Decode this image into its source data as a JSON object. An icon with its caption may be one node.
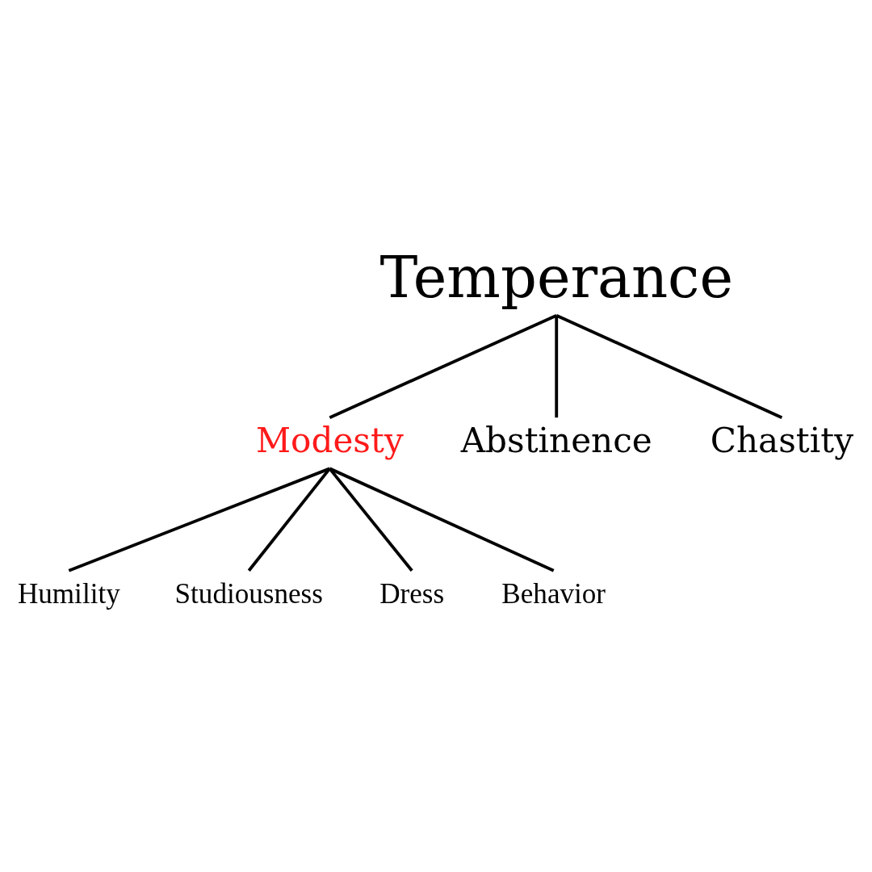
{
  "diagram": {
    "nodes": [
      {
        "text": [
          "Temperance"
        ]
      },
      {
        "text": [
          "Modesty"
        ]
      },
      {
        "text": [
          "Abstinence"
        ]
      },
      {
        "text": [
          "Chastity"
        ]
      },
      {
        "text": [
          "Humility"
        ]
      },
      {
        "text": [
          "Studiousness"
        ]
      },
      {
        "text": [
          "Dress"
        ]
      },
      {
        "text": [
          "Behavior"
        ]
      }
    ],
    "edges": [
      {
        "from": 0,
        "to": 1,
        "arrow": "none"
      },
      {
        "from": 0,
        "to": 2,
        "arrow": "none"
      },
      {
        "from": 0,
        "to": 3,
        "arrow": "none"
      },
      {
        "from": 1,
        "to": 4,
        "arrow": "none"
      },
      {
        "from": 1,
        "to": 5,
        "arrow": "none"
      },
      {
        "from": 1,
        "to": 6,
        "arrow": "none"
      },
      {
        "from": 1,
        "to": 7,
        "arrow": "none"
      }
    ]
  }
}
